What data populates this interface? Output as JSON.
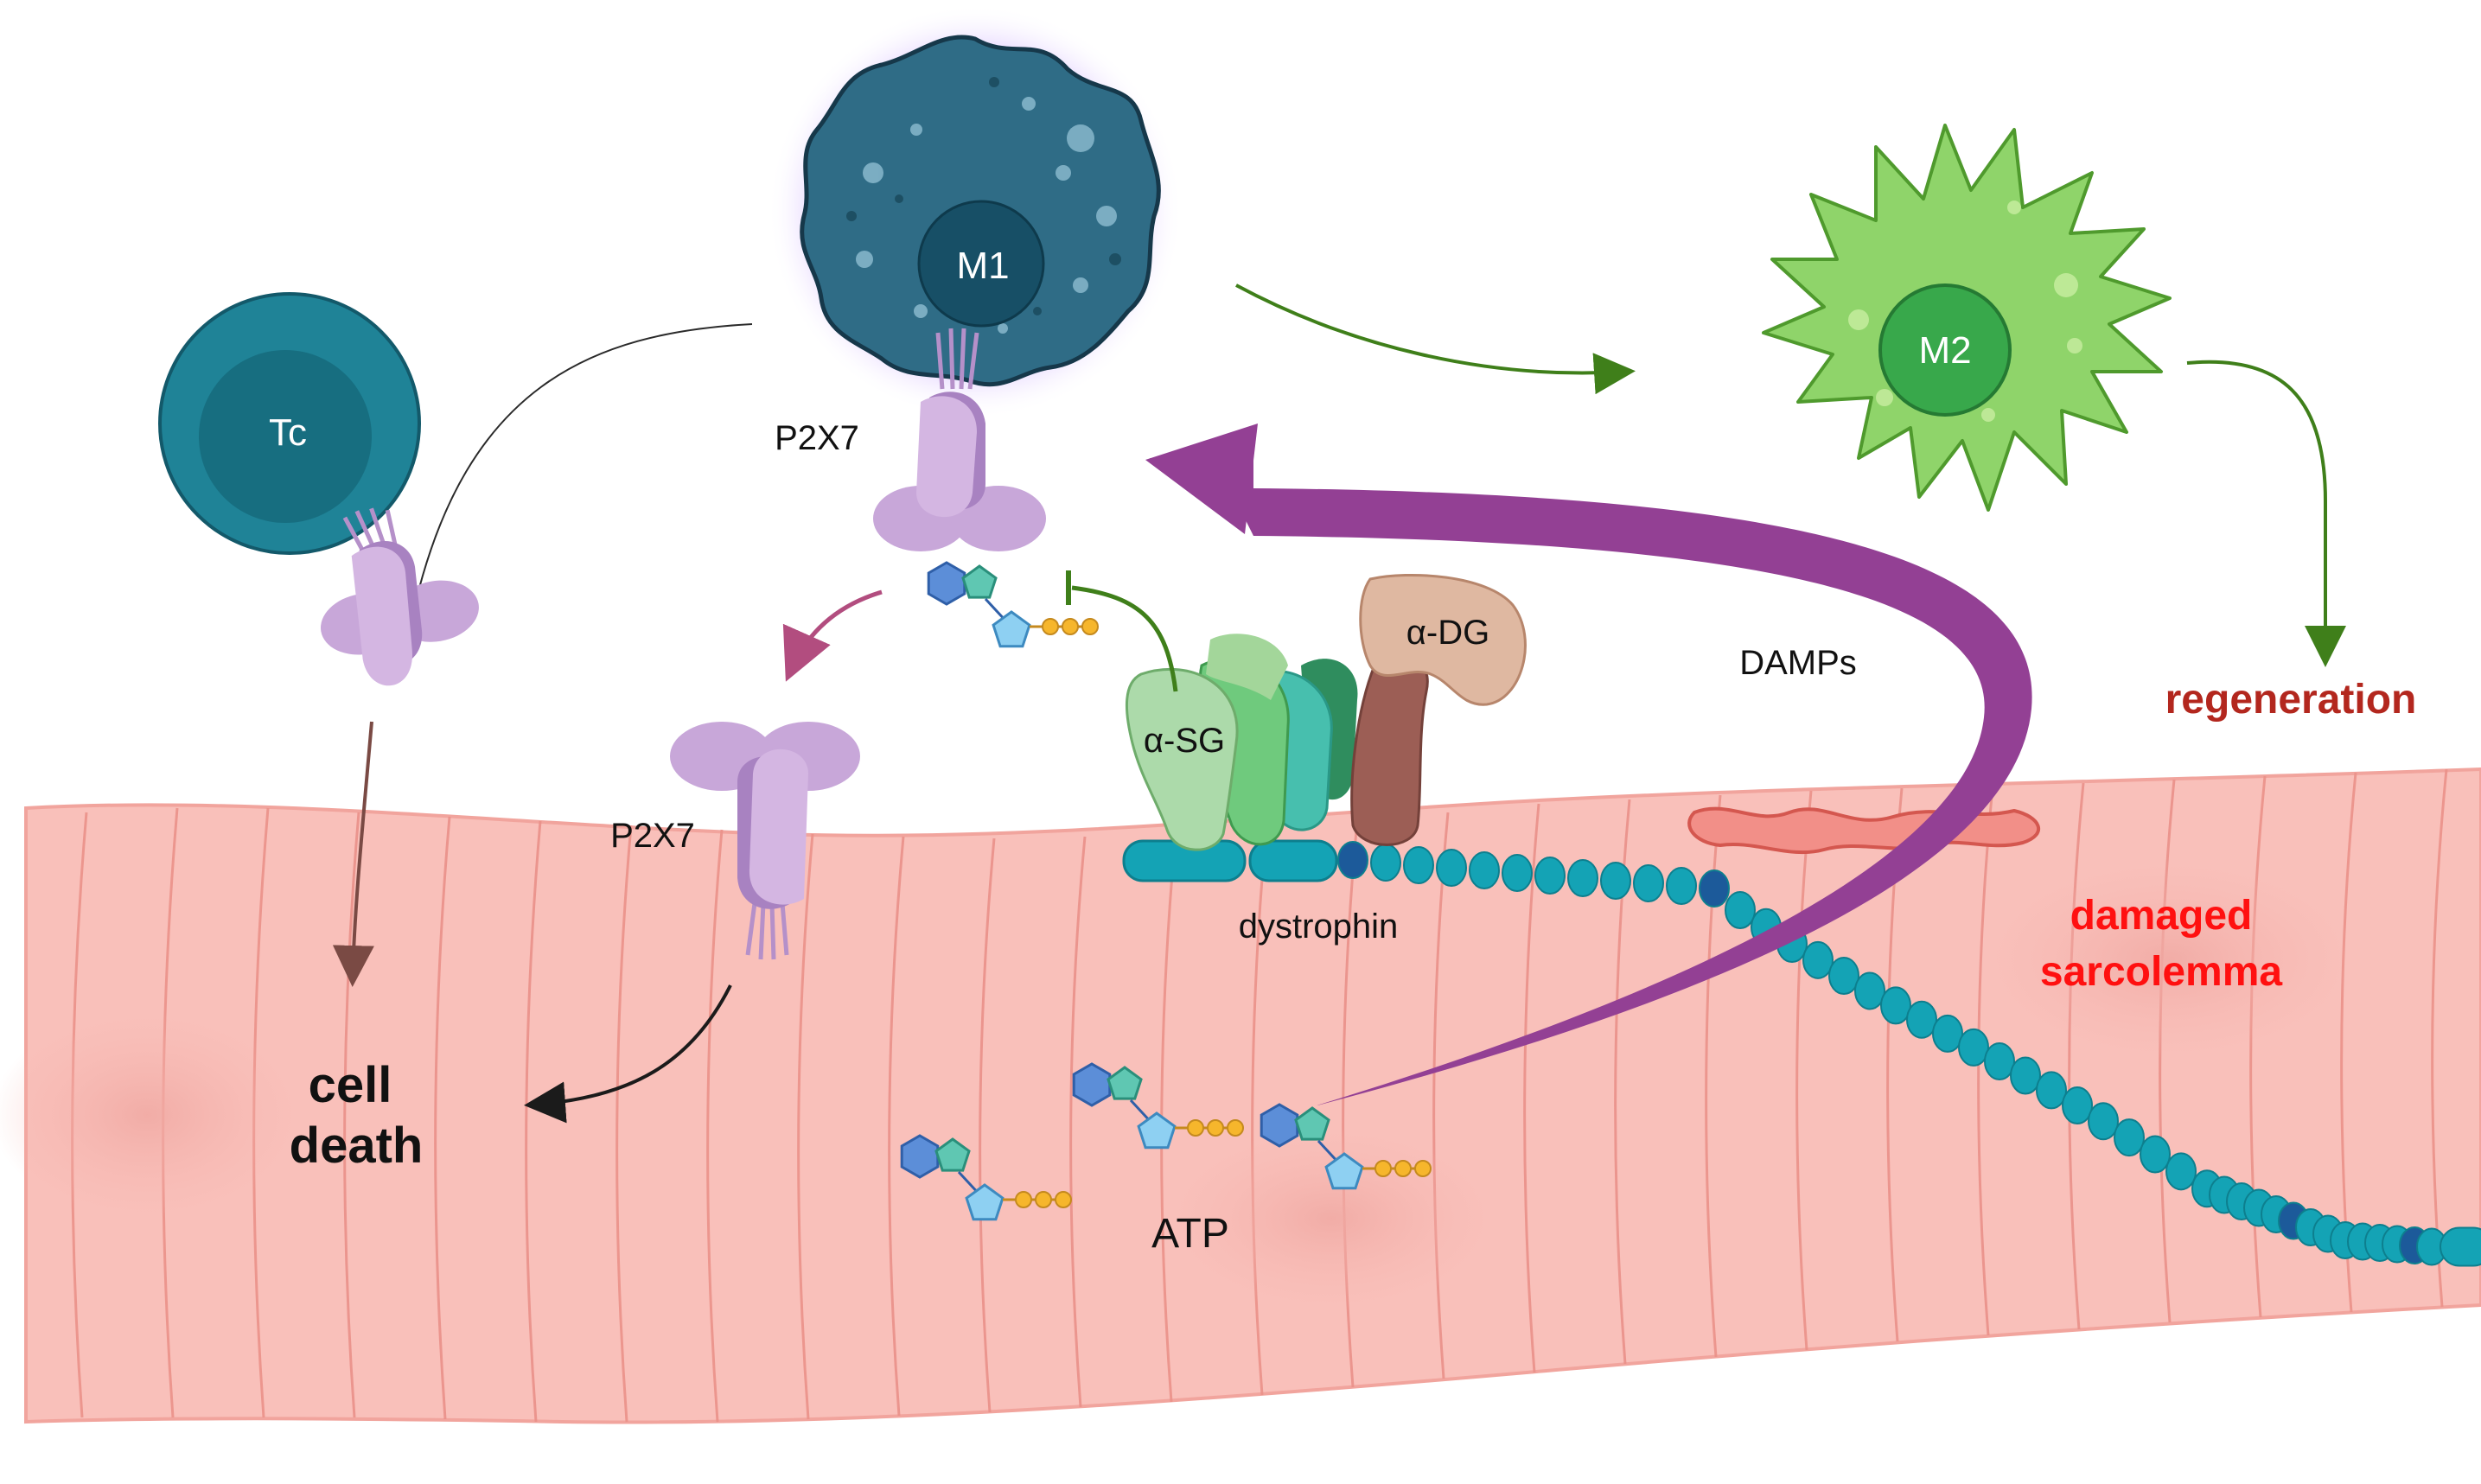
{
  "labels": {
    "m1": "M1",
    "m2": "M2",
    "tc": "Tc",
    "p2x7_top": "P2X7",
    "p2x7_bottom": "P2X7",
    "damps": "DAMPs",
    "regeneration": "regeneration",
    "alpha_sg": "α-SG",
    "alpha_dg": "α-DG",
    "dystrophin": "dystrophin",
    "cell_death_line1": "cell",
    "cell_death_line2": "death",
    "atp": "ATP",
    "damaged_line1": "damaged",
    "damaged_line2": "sarcolemma"
  },
  "colors": {
    "muscle": "#f9bfb9",
    "muscle_line": "#e9938c",
    "m1": "#2f6c86",
    "m1_glow": "#9b5cf0",
    "m2": "#8fd46a",
    "tc": "#1e8095",
    "p2x7": "#c9a6d8",
    "damps_arrow": "#934094",
    "regeneration_text": "#b3271e",
    "damaged_text": "#ff1010",
    "green_arrow": "#3f7f1a",
    "dystrophin_bead": "#14a3b5"
  },
  "icons": [
    "atp-molecule-icon",
    "p2x7-receptor-icon",
    "macrophage-m1-icon",
    "macrophage-m2-icon",
    "t-cell-icon"
  ]
}
